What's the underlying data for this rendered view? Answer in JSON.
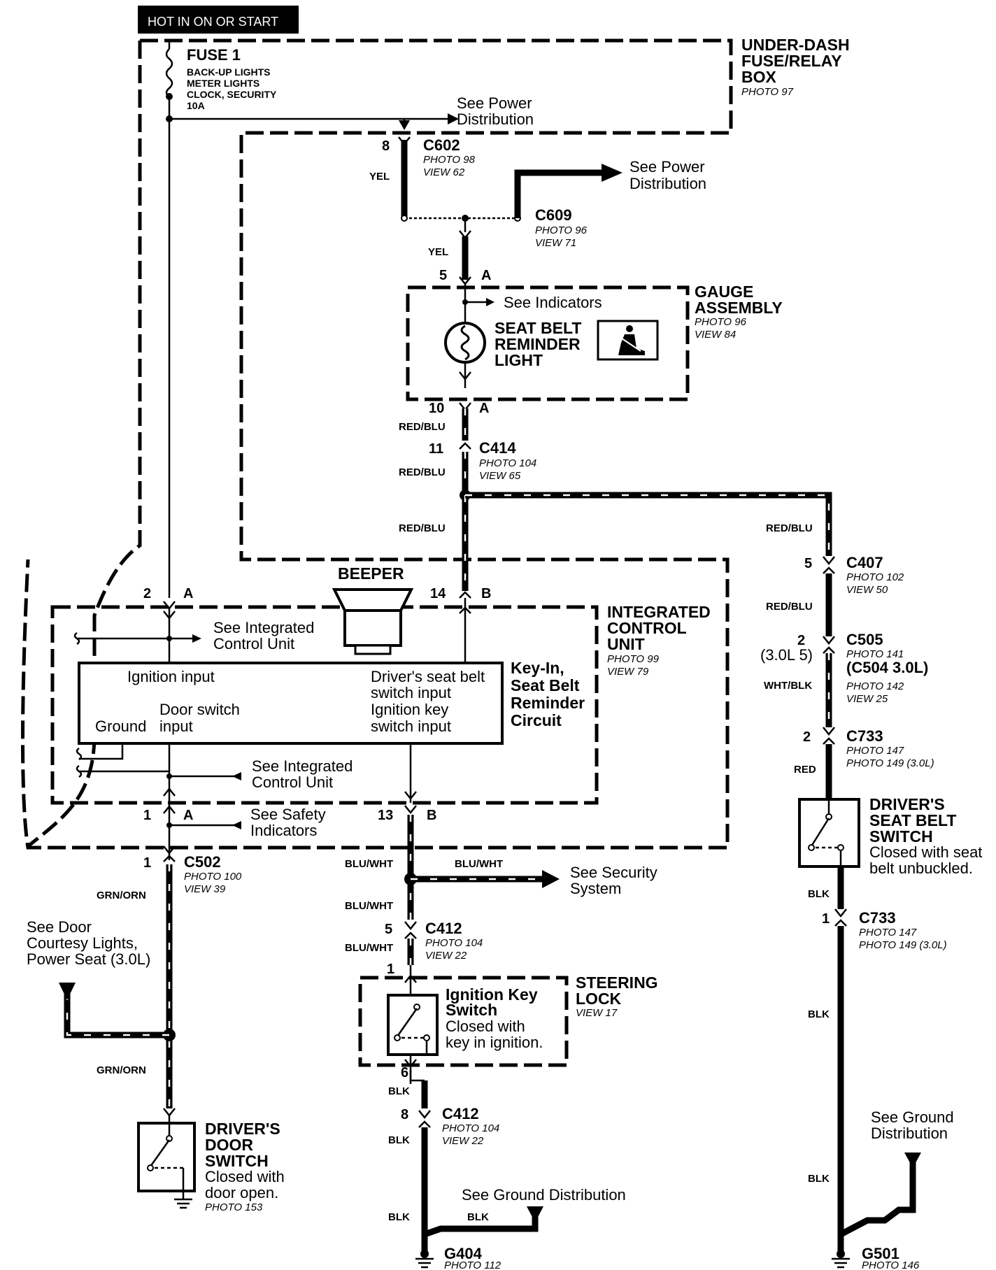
{
  "header": {
    "hot_label": "HOT IN ON OR START"
  },
  "fuse_box": {
    "fuse": "FUSE 1",
    "fuse_desc": [
      "BACK-UP LIGHTS",
      "METER LIGHTS",
      "CLOCK, SECURITY",
      "10A"
    ],
    "title": [
      "UNDER-DASH",
      "FUSE/RELAY",
      "BOX"
    ],
    "photo": "PHOTO 97"
  },
  "refs": {
    "power_dist_1": [
      "See Power",
      "Distribution"
    ],
    "power_dist_2": [
      "See Power",
      "Distribution"
    ],
    "see_indicators": "See Indicators",
    "icu_1": [
      "See  Integrated",
      "Control Unit"
    ],
    "icu_2": [
      "See  Integrated",
      "Control Unit"
    ],
    "safety": [
      "See  Safety",
      "Indicators"
    ],
    "security": [
      "See Security",
      "System"
    ],
    "door_courtesy": [
      "See Door",
      "Courtesy Lights,",
      "Power Seat (3.0L)"
    ],
    "ground_dist_1": "See Ground Distribution",
    "ground_dist_2": [
      "See Ground",
      "Distribution"
    ]
  },
  "connectors": {
    "c602": {
      "name": "C602",
      "photo": "PHOTO 98",
      "view": "VIEW 62",
      "pin": "8"
    },
    "c609": {
      "name": "C609",
      "photo": "PHOTO 96",
      "view": "VIEW 71"
    },
    "c414": {
      "name": "C414",
      "photo": "PHOTO 104",
      "view": "VIEW 65",
      "pin": "11"
    },
    "c407": {
      "name": "C407",
      "photo": "PHOTO 102",
      "view": "VIEW 50",
      "pin": "5"
    },
    "c505": {
      "name": "C505",
      "photo": "PHOTO 141",
      "alt": "(C504 3.0L)",
      "photo2": "PHOTO 142",
      "view": "VIEW 25",
      "pin": "2",
      "pin_alt": "(3.0L 5)"
    },
    "c733a": {
      "name": "C733",
      "photo": "PHOTO 147",
      "photo2": "PHOTO 149 (3.0L)",
      "pin": "2"
    },
    "c733b": {
      "name": "C733",
      "photo": "PHOTO 147",
      "photo2": "PHOTO 149 (3.0L)",
      "pin": "1"
    },
    "c502": {
      "name": "C502",
      "photo": "PHOTO 100",
      "view": "VIEW 39",
      "pin": "1"
    },
    "c412a": {
      "name": "C412",
      "photo": "PHOTO 104",
      "view": "VIEW 22",
      "pin": "5"
    },
    "c412b": {
      "name": "C412",
      "photo": "PHOTO 104",
      "view": "VIEW 22",
      "pin": "8"
    }
  },
  "pins": {
    "gauge_in": "5",
    "gauge_in_side": "A",
    "gauge_out": "10",
    "gauge_out_side": "A",
    "icu_2": "2",
    "icu_2_side": "A",
    "icu_14": "14",
    "icu_14_side": "B",
    "icu_1": "1",
    "icu_1_side": "A",
    "icu_13": "13",
    "icu_13_side": "B",
    "sl_1": "1",
    "sl_6": "6"
  },
  "wires": {
    "yel": "YEL",
    "red_blu": "RED/BLU",
    "wht_blk": "WHT/BLK",
    "red": "RED",
    "blk": "BLK",
    "grn_orn": "GRN/ORN",
    "blu_wht": "BLU/WHT"
  },
  "gauge": {
    "title": [
      "GAUGE",
      "ASSEMBLY"
    ],
    "photo": "PHOTO 96",
    "view": "VIEW 84",
    "light": [
      "SEAT BELT",
      "REMINDER",
      "LIGHT"
    ]
  },
  "icu": {
    "beeper": "BEEPER",
    "title": [
      "INTEGRATED",
      "CONTROL",
      "UNIT"
    ],
    "photo": "PHOTO 99",
    "view": "VIEW 79",
    "circuit": [
      "Key-In,",
      "Seat Belt",
      "Reminder",
      "Circuit"
    ],
    "ignition_input": "Ignition input",
    "door_switch_input": [
      "Door switch",
      "input"
    ],
    "ground": "Ground",
    "seat_belt_input": [
      "Driver's seat belt",
      "switch input"
    ],
    "ign_key_input": [
      "Ignition key",
      "switch input"
    ]
  },
  "steering": {
    "title": [
      "STEERING",
      "LOCK"
    ],
    "view": "VIEW 17",
    "switch": [
      "Ignition Key",
      "Switch"
    ],
    "desc": [
      "Closed with",
      "key in ignition."
    ]
  },
  "door_switch": {
    "title": [
      "DRIVER'S",
      "DOOR",
      "SWITCH"
    ],
    "desc": [
      "Closed with",
      "door open."
    ],
    "photo": "PHOTO 153"
  },
  "seat_switch": {
    "title": [
      "DRIVER'S",
      "SEAT BELT",
      "SWITCH"
    ],
    "desc": [
      "Closed with  seat",
      "belt  unbuckled."
    ]
  },
  "grounds": {
    "g404": {
      "name": "G404",
      "photo": "PHOTO 112"
    },
    "g501": {
      "name": "G501",
      "photo": "PHOTO 146"
    }
  }
}
